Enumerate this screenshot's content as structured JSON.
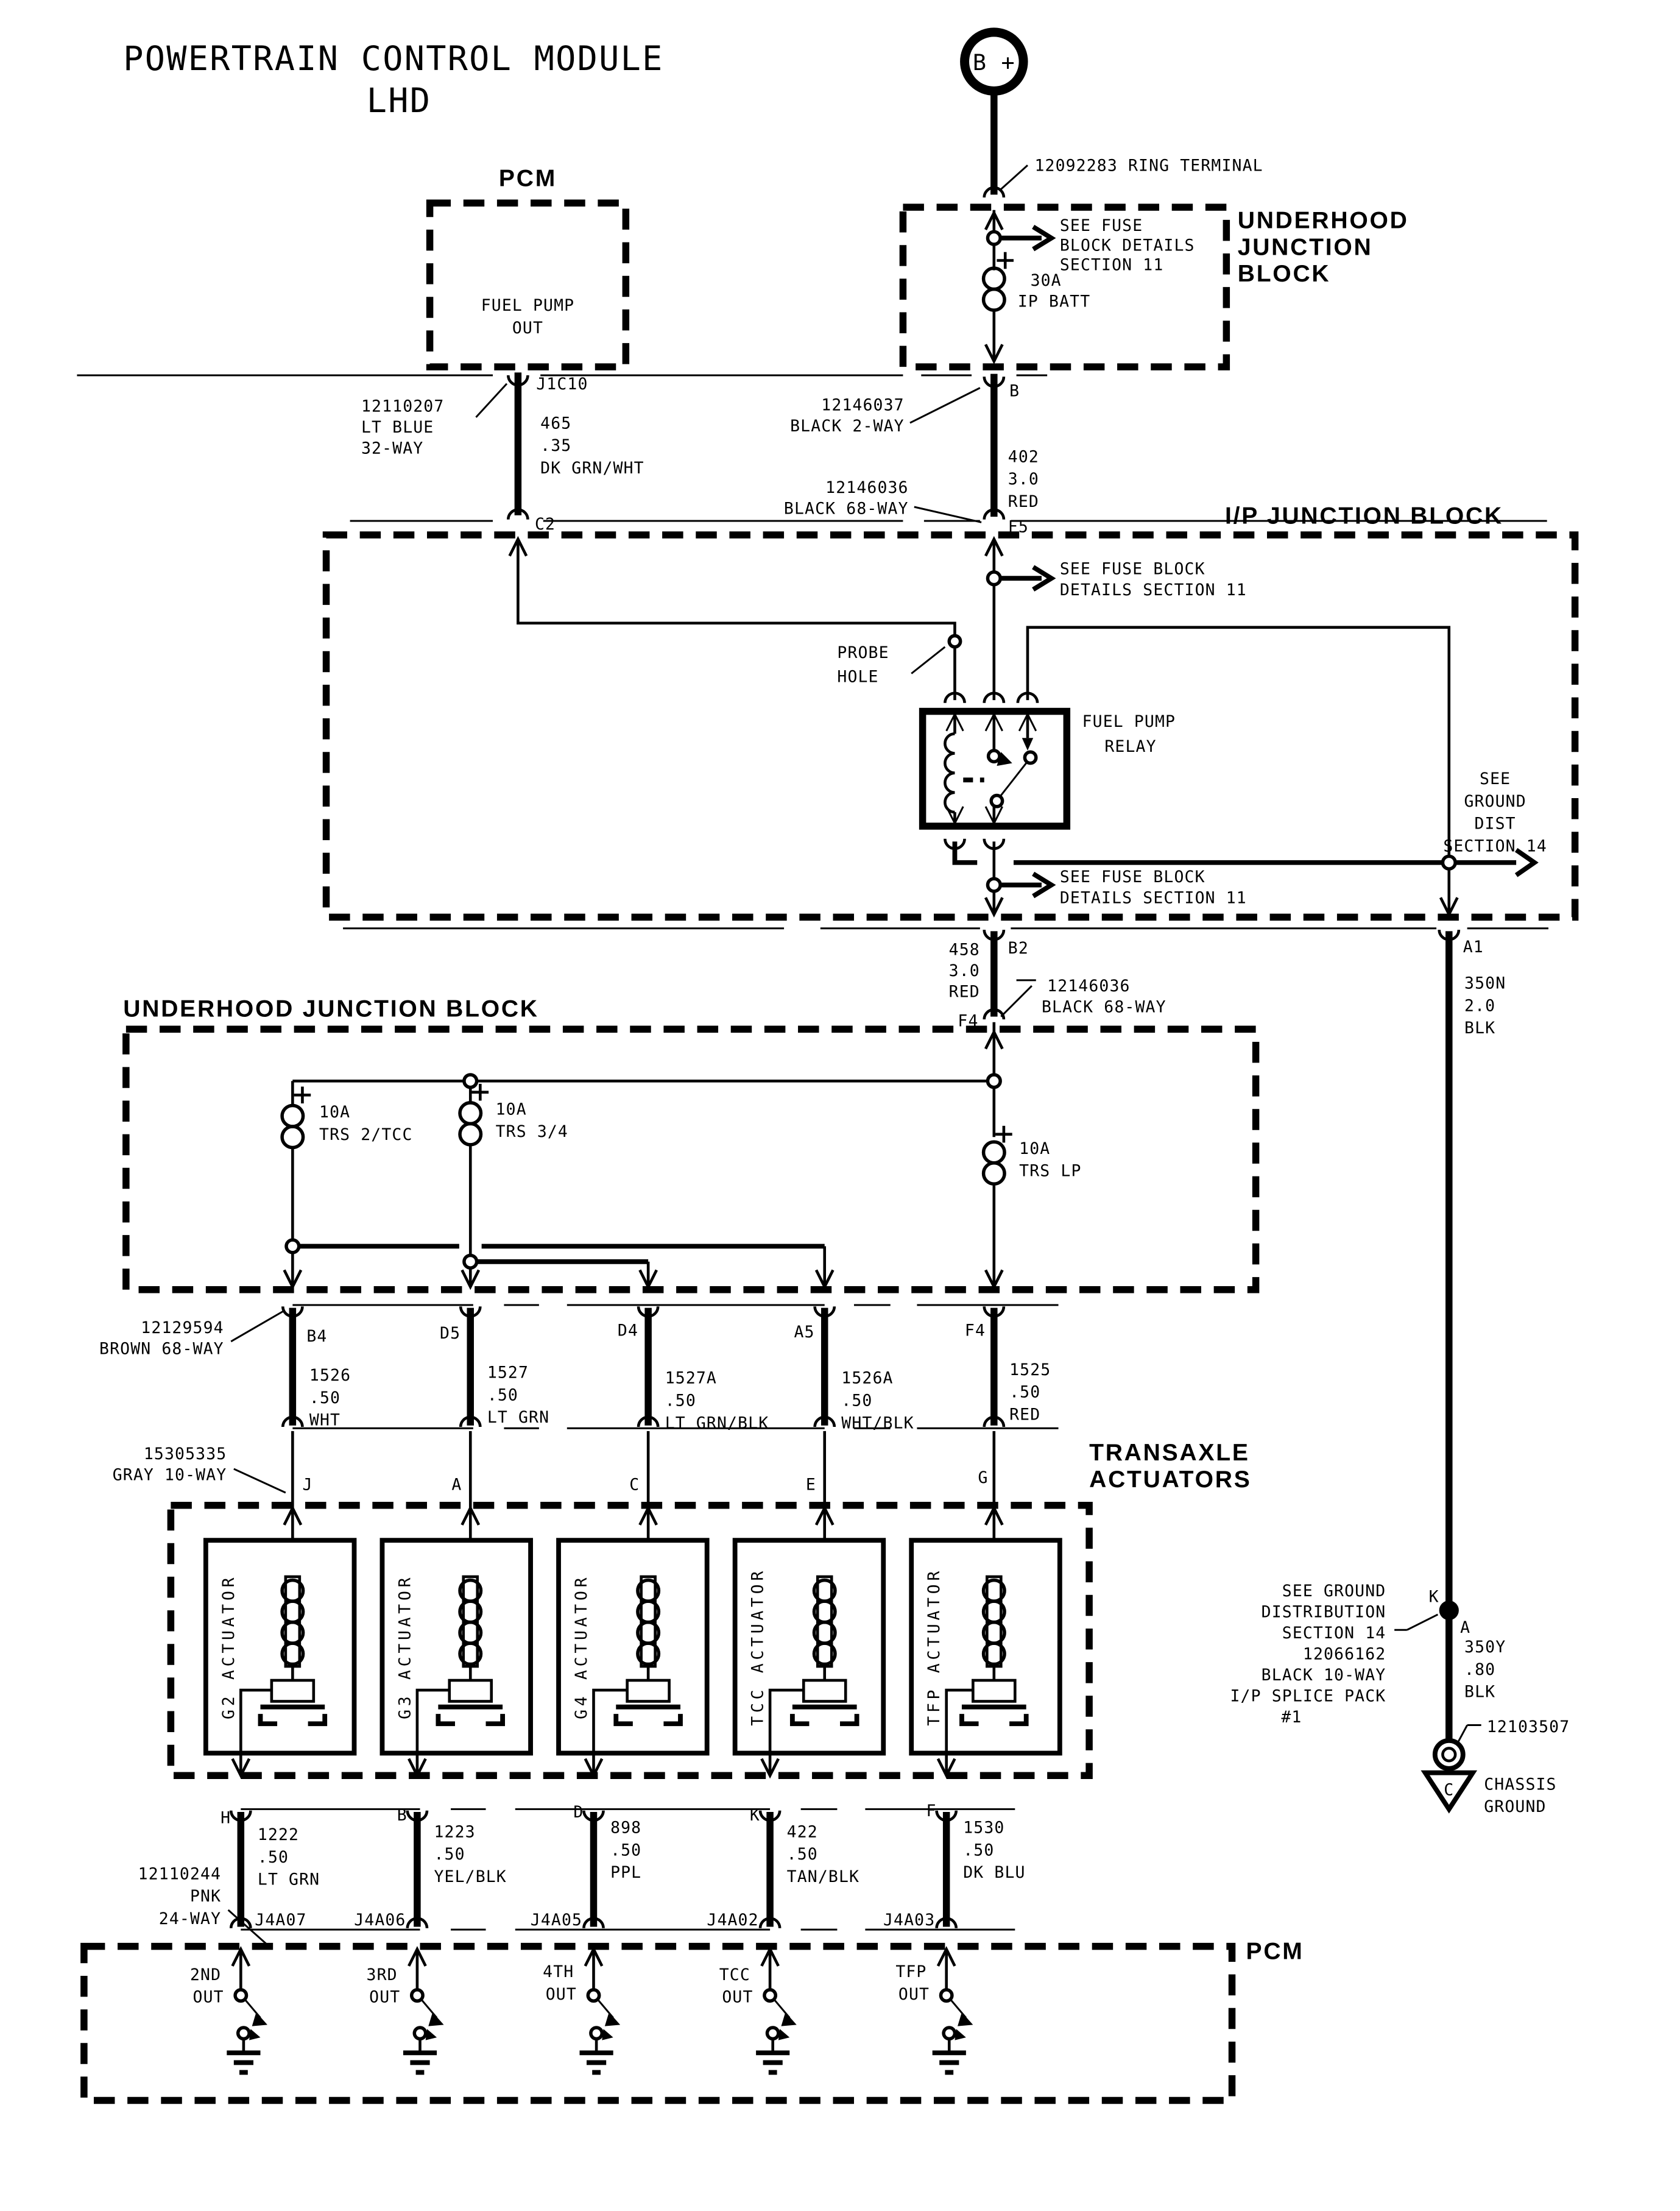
{
  "title": {
    "line1": "POWERTRAIN CONTROL MODULE",
    "line2": "LHD"
  },
  "battery": {
    "terminal": "B +",
    "ring_terminal_label": "12092283 RING TERMINAL"
  },
  "pcm_top": {
    "label": "PCM",
    "box_line1": "FUEL PUMP",
    "box_line2": "OUT",
    "pin_top": "J1C10",
    "pin_bottom": "C2",
    "wire": {
      "circuit": "465",
      "gauge": ".35",
      "color": "DK GRN/WHT"
    },
    "connector": {
      "part": "12110207",
      "color": "LT BLUE",
      "ways": "32-WAY"
    }
  },
  "ujb_top": {
    "name1": "UNDERHOOD",
    "name2": "JUNCTION",
    "name3": "BLOCK",
    "note1": "SEE FUSE",
    "note2": "BLOCK DETAILS",
    "note3": "SECTION 11",
    "fuse": {
      "amps": "30A",
      "name": "IP BATT"
    },
    "pin_out": "B"
  },
  "wire_402": {
    "circuit": "402",
    "gauge": "3.0",
    "color": "RED",
    "conn_top": {
      "part": "12146037",
      "desc": "BLACK 2-WAY"
    },
    "conn_bottom": {
      "part": "12146036",
      "desc": "BLACK 68-WAY"
    },
    "pin_bottom": "F5"
  },
  "ip_jb": {
    "name": "I/P JUNCTION BLOCK",
    "fuse_note_top": {
      "line1": "SEE FUSE BLOCK",
      "line2": "DETAILS SECTION 11"
    },
    "probe": {
      "line1": "PROBE",
      "line2": "HOLE"
    },
    "relay": {
      "line1": "FUEL PUMP",
      "line2": "RELAY"
    },
    "ground_note": {
      "line1": "SEE",
      "line2": "GROUND",
      "line3": "DIST",
      "line4": "SECTION 14"
    },
    "fuse_note_bottom": {
      "line1": "SEE FUSE BLOCK",
      "line2": "DETAILS SECTION 11"
    },
    "pin_b2": "B2",
    "pin_a1": "A1"
  },
  "wire_458": {
    "circuit": "458",
    "gauge": "3.0",
    "color": "RED",
    "pin_f4": "F4",
    "conn": {
      "part": "12146036",
      "desc": "BLACK 68-WAY"
    }
  },
  "wire_350n": {
    "circuit": "350N",
    "gauge": "2.0",
    "color": "BLK"
  },
  "ujb2": {
    "name": "UNDERHOOD JUNCTION BLOCK",
    "fuse1": {
      "amps": "10A",
      "name": "TRS 2/TCC"
    },
    "fuse2": {
      "amps": "10A",
      "name": "TRS 3/4"
    },
    "fuse3": {
      "amps": "10A",
      "name": "TRS LP"
    },
    "conn_out": {
      "part": "12129594",
      "desc": "BROWN 68-WAY"
    }
  },
  "trans_wires": [
    {
      "pin_top": "B4",
      "circuit": "1526",
      "gauge": ".50",
      "color": "WHT",
      "pin_bottom": "J"
    },
    {
      "pin_top": "D5",
      "circuit": "1527",
      "gauge": ".50",
      "color": "LT GRN",
      "pin_bottom": "A"
    },
    {
      "pin_top": "D4",
      "circuit": "1527A",
      "gauge": ".50",
      "color": "LT GRN/BLK",
      "pin_bottom": "C"
    },
    {
      "pin_top": "A5",
      "circuit": "1526A",
      "gauge": ".50",
      "color": "WHT/BLK",
      "pin_bottom": "E"
    },
    {
      "pin_top": "F4",
      "circuit": "1525",
      "gauge": ".50",
      "color": "RED",
      "pin_bottom": "G"
    }
  ],
  "actuator_conn": {
    "part": "15305335",
    "desc": "GRAY 10-WAY"
  },
  "actuators": {
    "name1": "TRANSAXLE",
    "name2": "ACTUATORS",
    "items": [
      "G2 ACTUATOR",
      "G3 ACTUATOR",
      "G4 ACTUATOR",
      "TCC ACTUATOR",
      "TFP ACTUATOR"
    ]
  },
  "pcm_wires": [
    {
      "pin_top": "H",
      "circuit": "1222",
      "gauge": ".50",
      "color": "LT GRN",
      "pcm_pin": "J4A07"
    },
    {
      "pin_top": "B",
      "circuit": "1223",
      "gauge": ".50",
      "color": "YEL/BLK",
      "pcm_pin": "J4A06"
    },
    {
      "pin_top": "D",
      "circuit": "898",
      "gauge": ".50",
      "color": "PPL",
      "pcm_pin": "J4A05"
    },
    {
      "pin_top": "K",
      "circuit": "422",
      "gauge": ".50",
      "color": "TAN/BLK",
      "pcm_pin": "J4A02"
    },
    {
      "pin_top": "F",
      "circuit": "1530",
      "gauge": ".50",
      "color": "DK BLU",
      "pcm_pin": "J4A03"
    }
  ],
  "pcm_bottom": {
    "label": "PCM",
    "conn": {
      "part": "12110244",
      "color": "PNK",
      "ways": "24-WAY"
    },
    "circuits": [
      {
        "l1": "2ND",
        "l2": "OUT"
      },
      {
        "l1": "3RD",
        "l2": "OUT"
      },
      {
        "l1": "4TH",
        "l2": "OUT"
      },
      {
        "l1": "TCC",
        "l2": "OUT"
      },
      {
        "l1": "TFP",
        "l2": "OUT"
      }
    ]
  },
  "ground": {
    "splice_note": [
      "SEE GROUND",
      "DISTRIBUTION",
      "SECTION 14",
      "12066162",
      "BLACK 10-WAY",
      "I/P SPLICE PACK",
      "#1"
    ],
    "pin_k": "K",
    "pin_a": "A",
    "wire": {
      "circuit": "350Y",
      "gauge": ".80",
      "color": "BLK"
    },
    "ring_terminal": "12103507",
    "chassis1": "CHASSIS",
    "chassis2": "GROUND",
    "chassis_letter": "C"
  },
  "colors": {
    "ink": "#000000",
    "bg": "#ffffff"
  }
}
